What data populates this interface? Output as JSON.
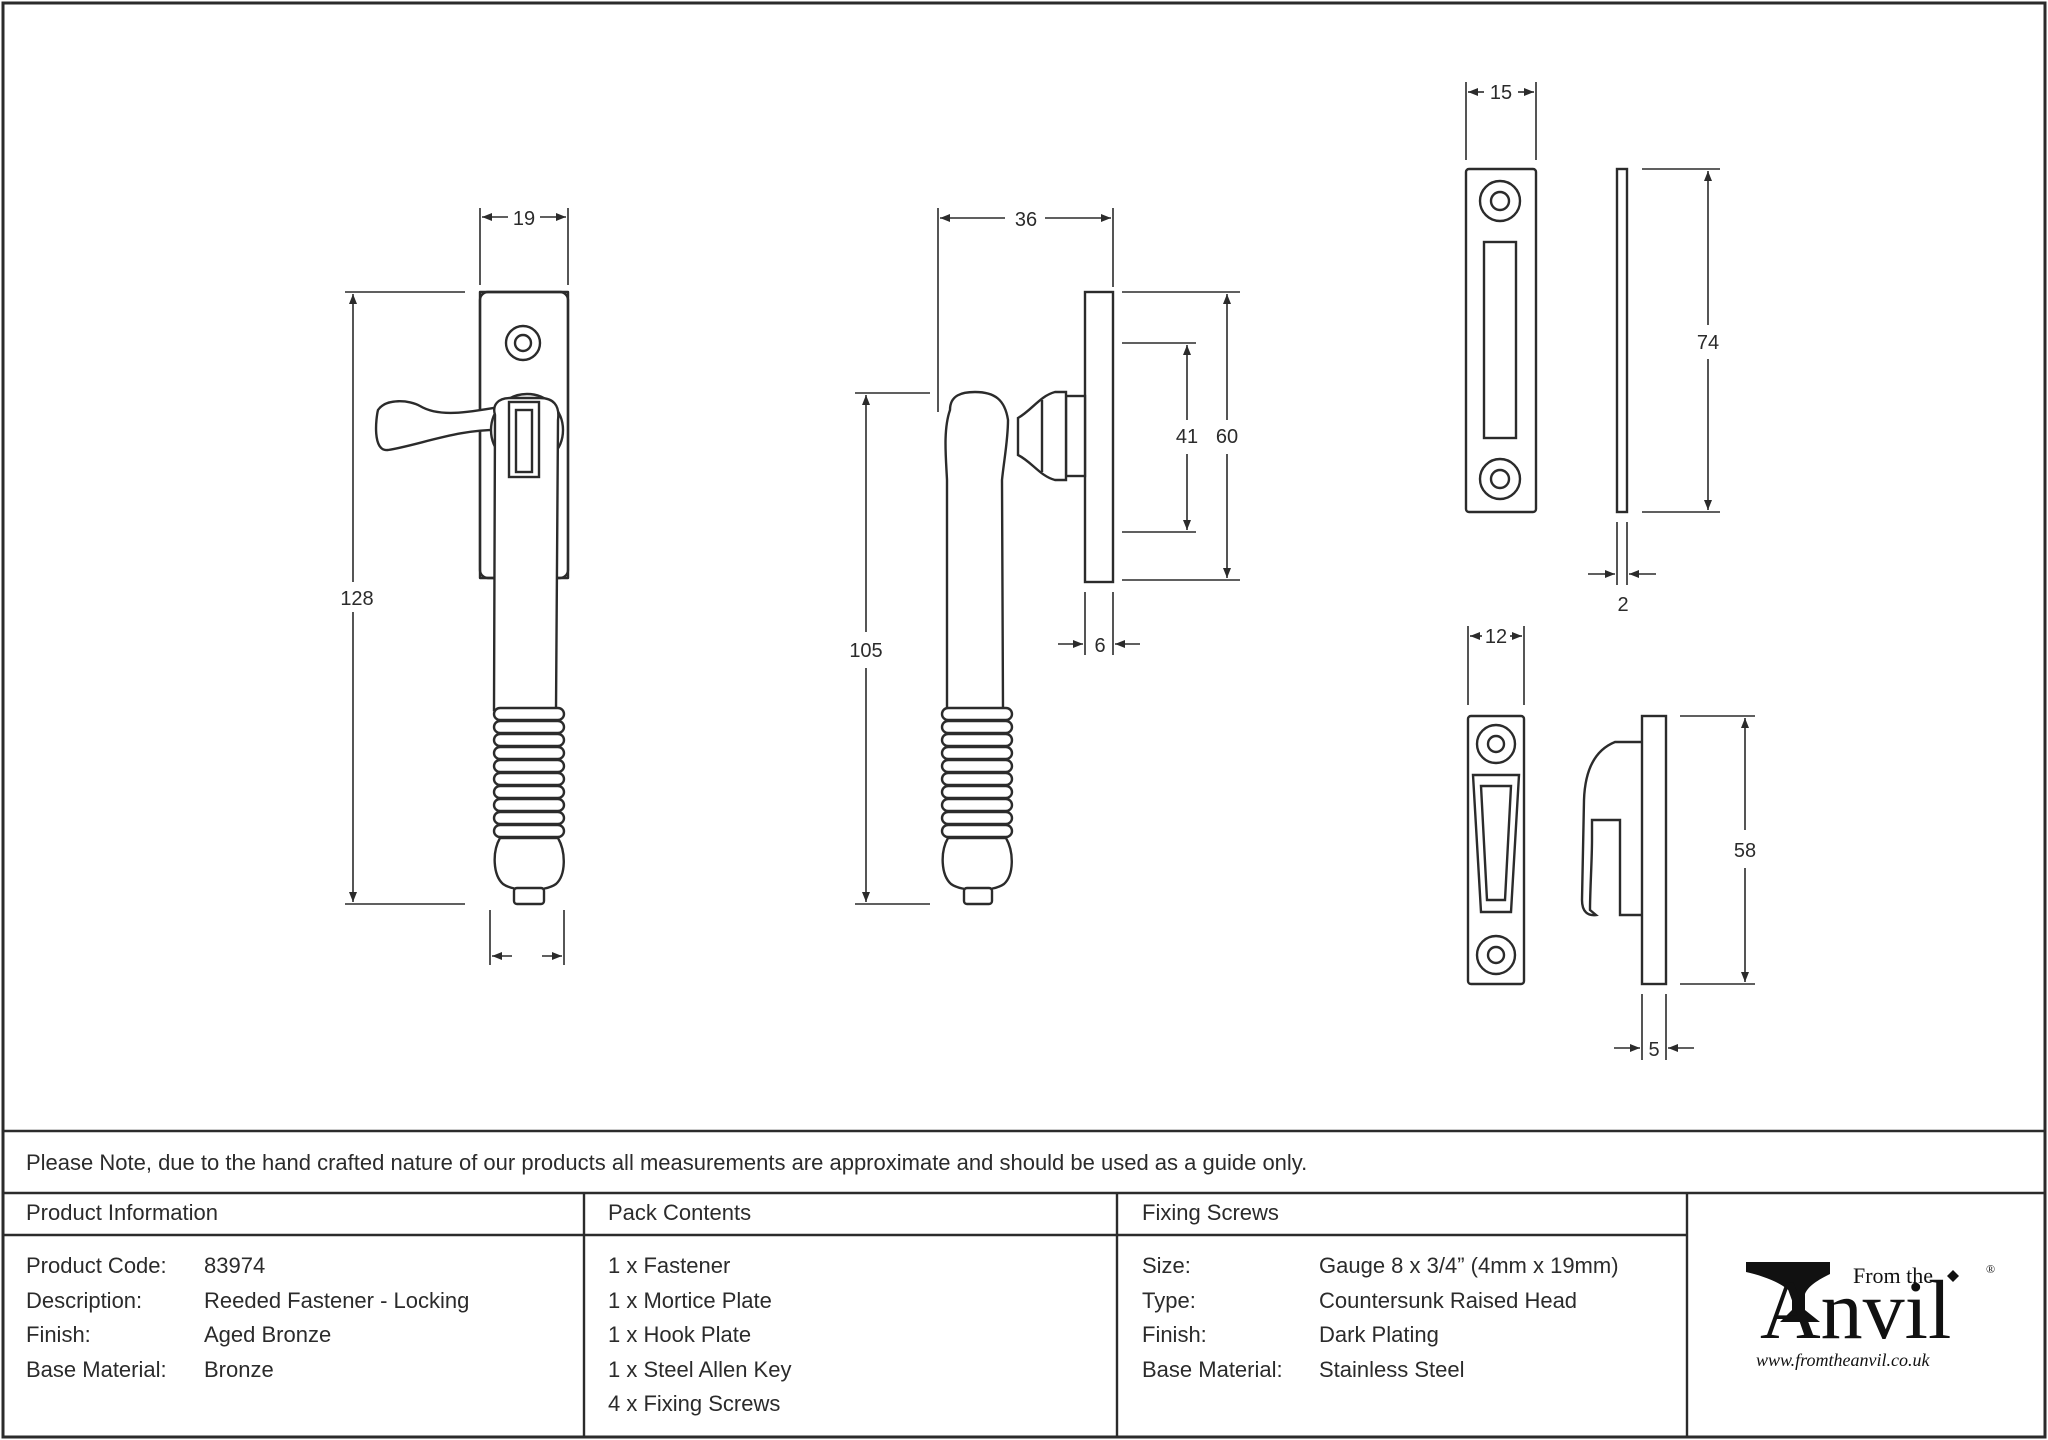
{
  "dimensions": {
    "d19": "19",
    "d128": "128",
    "d36": "36",
    "d105": "105",
    "d41": "41",
    "d60": "60",
    "d6": "6",
    "d15": "15",
    "d74": "74",
    "d2": "2",
    "d12": "12",
    "d58": "58",
    "d5": "5"
  },
  "note": "Please Note, due to the hand crafted nature of our products all measurements are approximate and should be used as a guide only.",
  "product_info": {
    "heading": "Product Information",
    "rows": [
      {
        "label": "Product Code:",
        "value": "83974"
      },
      {
        "label": "Description:",
        "value": "Reeded Fastener - Locking"
      },
      {
        "label": "Finish:",
        "value": "Aged Bronze"
      },
      {
        "label": "Base Material:",
        "value": "Bronze"
      }
    ]
  },
  "pack_contents": {
    "heading": "Pack Contents",
    "items": [
      "1 x Fastener",
      "1 x Mortice Plate",
      "1 x Hook Plate",
      "1 x Steel Allen Key",
      "4 x Fixing Screws"
    ]
  },
  "fixing_screws": {
    "heading": "Fixing Screws",
    "rows": [
      {
        "label": "Size:",
        "value": "Gauge 8 x 3/4” (4mm x 19mm)"
      },
      {
        "label": "Type:",
        "value": "Countersunk Raised Head"
      },
      {
        "label": "Finish:",
        "value": "Dark Plating"
      },
      {
        "label": "Base Material:",
        "value": "Stainless Steel"
      }
    ]
  },
  "logo": {
    "from_the": "From the",
    "anvil": "Anvil",
    "registered": "®",
    "url": "www.fromtheanvil.co.uk"
  }
}
